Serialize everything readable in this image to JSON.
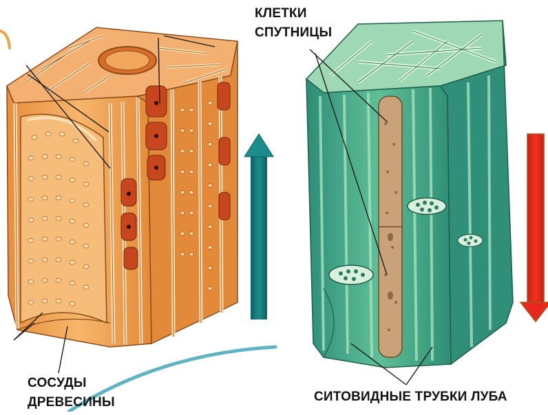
{
  "labels": {
    "companion_cells": [
      "КЛЕТКИ",
      "СПУТНИЦЫ"
    ],
    "xylem_vessels": [
      "СОСУДЫ",
      "ДРЕВЕСИНЫ"
    ],
    "sieve_tubes": "СИТОВИДНЫЕ ТРУБКИ ЛУБА"
  },
  "colors": {
    "xylem_fill": "#f0a24e",
    "xylem_light": "#f7c987",
    "xylem_cell_red": "#c8461e",
    "phloem_fill": "#3a9f86",
    "phloem_light": "#8fd3a8",
    "companion_cell": "#c9a27a",
    "arrow_up": "#147a7a",
    "arrow_down": "#e8281e",
    "leader": "#1a1a1a"
  },
  "arrows": {
    "left": "up-arrow",
    "right": "down-arrow"
  }
}
